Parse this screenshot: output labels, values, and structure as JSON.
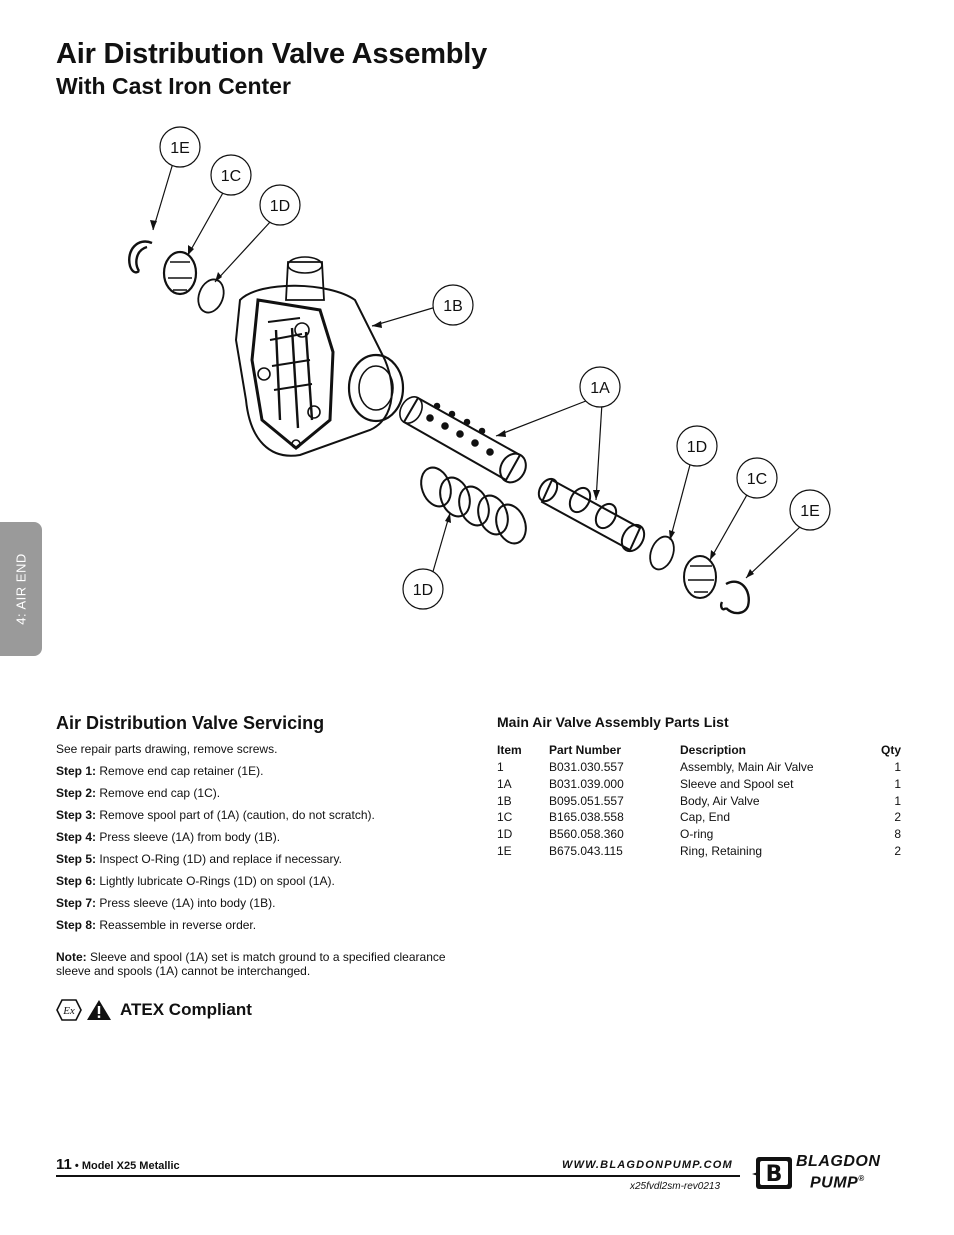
{
  "header": {
    "title": "Air Distribution Valve Assembly",
    "subtitle": "With Cast Iron Center"
  },
  "side_tab": {
    "label": "4: AIR END"
  },
  "drawing": {
    "callouts": [
      "1E",
      "1C",
      "1D",
      "1B",
      "1A",
      "1D",
      "1C",
      "1E",
      "1D"
    ]
  },
  "servicing": {
    "heading": "Air Distribution Valve Servicing",
    "intro": "See repair parts drawing, remove screws.",
    "steps": [
      {
        "label": "Step 1:",
        "text": "Remove end cap retainer (1E)."
      },
      {
        "label": "Step 2:",
        "text": "Remove end cap (1C)."
      },
      {
        "label": "Step 3:",
        "text": "Remove spool part of (1A) (caution, do not scratch)."
      },
      {
        "label": "Step 4:",
        "text": "Press sleeve (1A) from body (1B)."
      },
      {
        "label": "Step 5:",
        "text": "Inspect O-Ring (1D) and replace if necessary."
      },
      {
        "label": "Step 6:",
        "text": "Lightly lubricate O-Rings (1D) on spool (1A)."
      },
      {
        "label": "Step 7:",
        "text": "Press sleeve (1A) into body (1B)."
      },
      {
        "label": "Step 8:",
        "text": "Reassemble in reverse order."
      }
    ],
    "note_label": "Note:",
    "note_text": "Sleeve and spool (1A) set is match ground to a specified clearance sleeve and spools (1A) cannot be interchanged."
  },
  "atex": {
    "label": "ATEX Compliant",
    "ex_symbol": "Ex"
  },
  "parts_list": {
    "title": "Main Air Valve Assembly Parts List",
    "columns": [
      "Item",
      "Part Number",
      "Description",
      "Qty"
    ],
    "rows": [
      [
        "1",
        "B031.030.557",
        "Assembly, Main Air Valve",
        "1"
      ],
      [
        "1A",
        "B031.039.000",
        "Sleeve and Spool set",
        "1"
      ],
      [
        "1B",
        "B095.051.557",
        "Body, Air Valve",
        "1"
      ],
      [
        "1C",
        "B165.038.558",
        "Cap, End",
        "2"
      ],
      [
        "1D",
        "B560.058.360",
        "O-ring",
        "8"
      ],
      [
        "1E",
        "B675.043.115",
        "Ring, Retaining",
        "2"
      ]
    ]
  },
  "footer": {
    "page_number": "11",
    "model": " • Model X25 Metallic",
    "website": "WWW.BLAGDONPUMP.COM",
    "doc_ref": "x25fvdl2sm-rev0213",
    "logo_line1": "BLAGDON",
    "logo_line2": "PUMP",
    "logo_mark": "B",
    "registered": "®"
  }
}
